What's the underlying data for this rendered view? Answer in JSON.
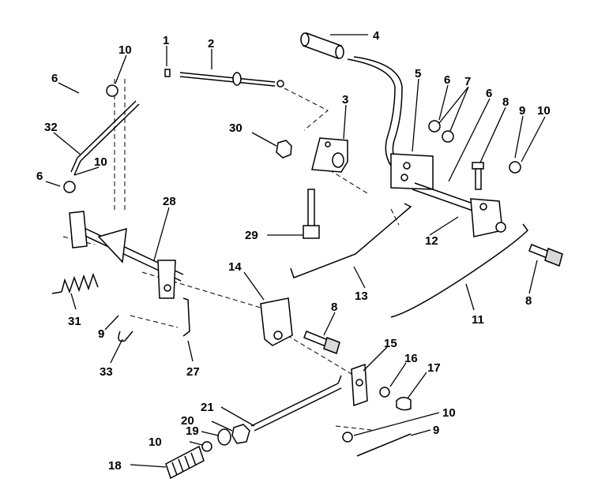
{
  "labels": {
    "p1": "1",
    "p2": "2",
    "p3": "3",
    "p4": "4",
    "p5": "5",
    "p6a": "6",
    "p6b": "6",
    "p6c": "6",
    "p6d": "6",
    "p7": "7",
    "p8a": "8",
    "p8b": "8",
    "p8c": "8",
    "p9a": "9",
    "p9b": "9",
    "p9c": "9",
    "p10a": "10",
    "p10b": "10",
    "p10c": "10",
    "p10d": "10",
    "p10e": "10",
    "p11": "11",
    "p12": "12",
    "p13": "13",
    "p14": "14",
    "p15": "15",
    "p16": "16",
    "p17": "17",
    "p18": "18",
    "p19": "19",
    "p20": "20",
    "p21": "21",
    "p27": "27",
    "p28": "28",
    "p29": "29",
    "p30": "30",
    "p31": "31",
    "p32": "32",
    "p33": "33"
  }
}
